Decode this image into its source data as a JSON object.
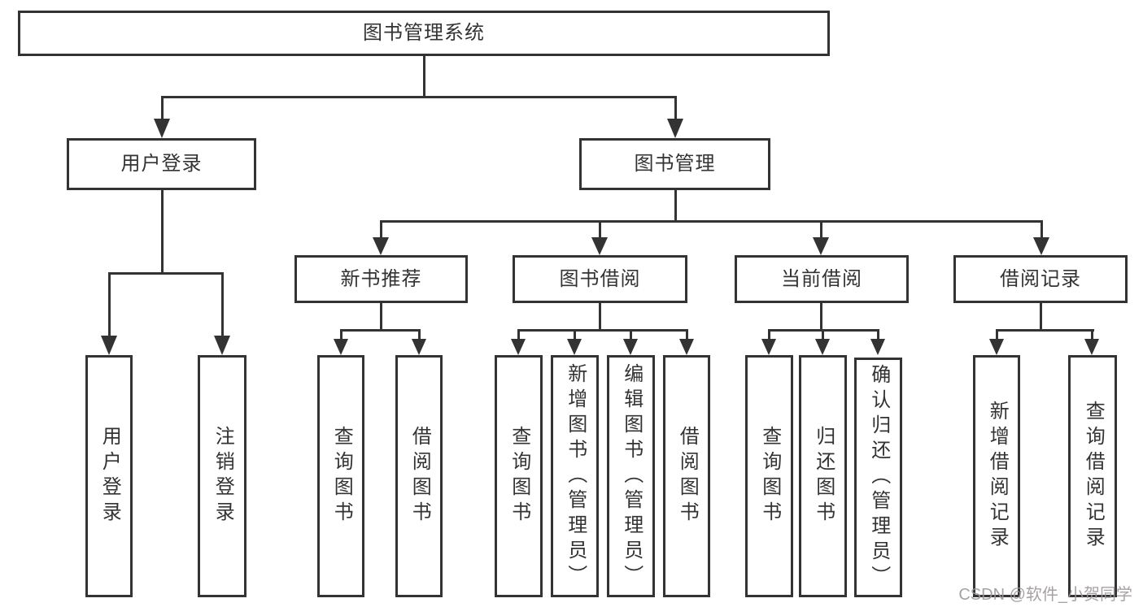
{
  "diagram": {
    "root": "图书管理系统",
    "branches": [
      {
        "label": "用户登录",
        "children": [
          "用户登录",
          "注销登录"
        ]
      },
      {
        "label": "图书管理",
        "sections": [
          {
            "label": "新书推荐",
            "children": [
              "查询图书",
              "借阅图书"
            ]
          },
          {
            "label": "图书借阅",
            "children": [
              "查询图书",
              "新增图书（管理员）",
              "编辑图书（管理员）",
              "借阅图书"
            ]
          },
          {
            "label": "当前借阅",
            "children": [
              "查询图书",
              "归还图书",
              "确认归还（管理员）"
            ]
          },
          {
            "label": "借阅记录",
            "children": [
              "新增借阅记录",
              "查询借阅记录"
            ]
          }
        ]
      }
    ]
  },
  "watermark": "CSDN @软件_小贺同学",
  "colors": {
    "line": "#333333",
    "text": "#333333",
    "watermark": "#9e9898",
    "background": "#ffffff"
  }
}
